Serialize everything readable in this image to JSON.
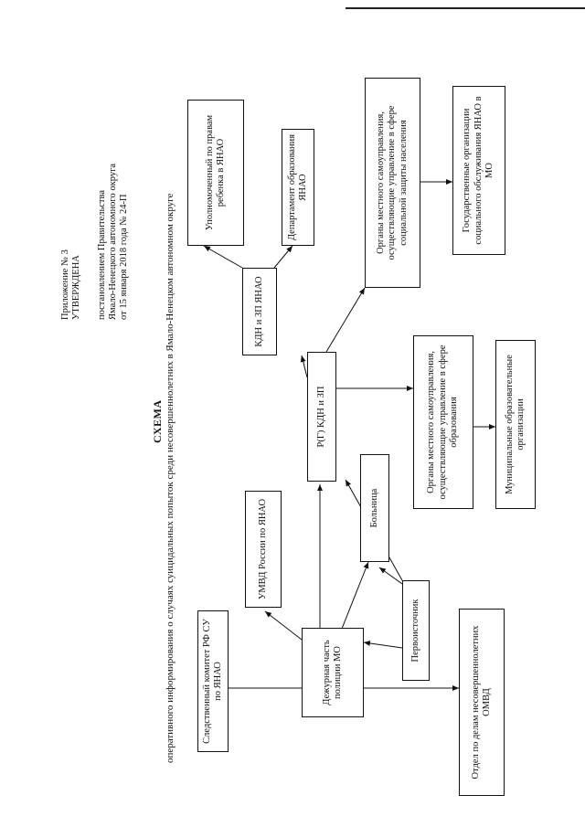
{
  "header": {
    "appendix": "Приложение № 3",
    "approved": "УТВЕРЖДЕНА",
    "line1": "постановлением Правительства",
    "line2": "Ямало-Ненецкого автономного округа",
    "line3": "от 15 января 2018 года № 24-П"
  },
  "title": "СХЕМА",
  "subtitle": "оперативного информирования о случаях суицидальных попыток среди несовершеннолетних в Ямало-Ненецком автономном округе",
  "boxes": {
    "investigative": "Следственный комитет РФ СУ по ЯНАО",
    "duty": "Дежурная часть полиции МО",
    "minors_dept": "Отдел по делам несовершеннолетних ОМВД",
    "umvd": "УМВД России по ЯНАО",
    "primary_source": "Первоисточник",
    "hospital": "Больница",
    "rgkdn": "Р(Г) КДН и ЗП",
    "kdn_yanao": "КДН и ЗП ЯНАО",
    "ombudsman": "Уполномоченный по правам ребенка в ЯНАО",
    "education_dept": "Департамент образования ЯНАО",
    "local_social": "Органы местного самоуправления, осуществляющие управление в сфере социальной защиты населения",
    "state_social": "Государственные организации социального обслуживания ЯНАО в МО",
    "local_edu": "Органы местного самоуправления, осуществляющие управление в сфере образования",
    "municipal_edu": "Муниципальные образовательные организации"
  }
}
